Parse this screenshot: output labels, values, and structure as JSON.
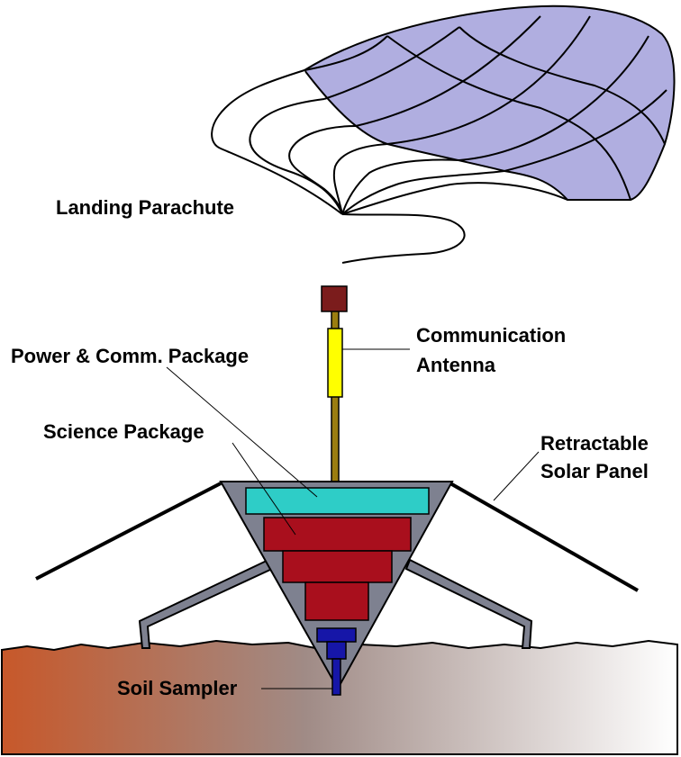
{
  "labels": {
    "parachute": "Landing Parachute",
    "power": "Power & Comm. Package",
    "communication_line1": "Communication",
    "communication_line2": "Antenna",
    "science": "Science Package",
    "solar_line1": "Retractable",
    "solar_line2": "Solar Panel",
    "soil": "Soil Sampler"
  },
  "colors": {
    "parachute_fill": "#b0aee0",
    "ground_left": "#c7582a",
    "ground_mid": "#a08b86",
    "ground_right": "#ffffff",
    "body": "#7e8190",
    "power_package": "#2ecdc7",
    "science_package": "#a90f1d",
    "antenna_tip": "#7b1c1c",
    "antenna_rod": "#9b7d10",
    "antenna_element": "#ffff00",
    "soil_sampler": "#1616a8"
  }
}
